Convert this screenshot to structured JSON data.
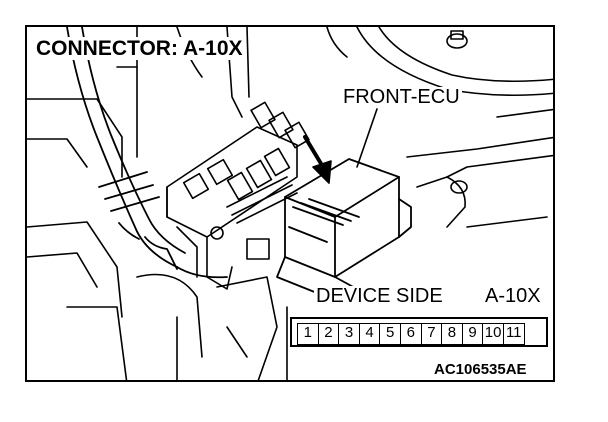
{
  "title": "CONNECTOR: A-10X",
  "callout": "FRONT-ECU",
  "connector": {
    "side_label": "DEVICE SIDE",
    "id": "A-10X",
    "pins": [
      "1",
      "2",
      "3",
      "4",
      "5",
      "6",
      "7",
      "8",
      "9",
      "10",
      "11"
    ]
  },
  "image_code": "AC106535AE",
  "colors": {
    "line": "#000000",
    "background": "#ffffff"
  }
}
